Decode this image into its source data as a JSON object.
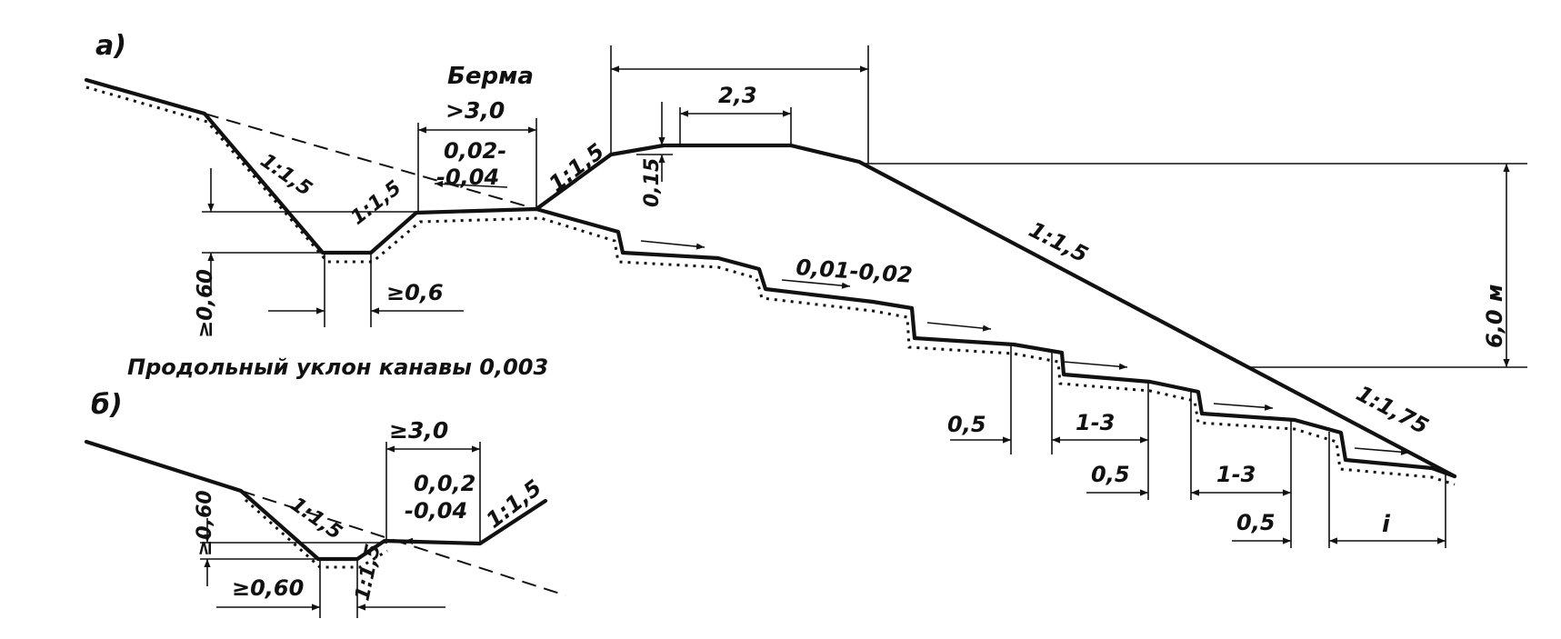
{
  "diagram": {
    "part_a_label": "а)",
    "part_b_label": "б)",
    "a": {
      "berm_label": "Берма",
      "berm_width": ">3,0",
      "berm_slope_line1": "0,02-",
      "berm_slope_line2": "-0,04",
      "ditch_outer_slope": "1:1,5",
      "ditch_inner_slope": "1:1,5",
      "embankment_left_slope": "1:1,5",
      "crown_width": "2,3",
      "crown_rise": "0,15",
      "embankment_right_slope": "1:1,5",
      "lower_slope": "1:1,75",
      "ditch_depth": "≥0,60",
      "ditch_bottom": "≥0,6",
      "step_slope": "0,01-0,02",
      "height": "6,0 м",
      "step_rise_1": "0,5",
      "step_rise_2": "0,5",
      "step_rise_3": "0,5",
      "step_width_1": "1-3",
      "step_width_2": "1-3",
      "step_width_last": "i"
    },
    "longitudinal_note": "Продольный уклон канавы 0,003",
    "b": {
      "ditch_depth": "≥0,60",
      "ditch_bottom": "≥0,60",
      "outer_slope": "1:1,5",
      "inner_slope": "1:1,5",
      "berm_width": "≥3,0",
      "berm_slope_line1": "0,0,2",
      "berm_slope_line2": "-0,04",
      "upper_slope": "1:1,5"
    }
  }
}
